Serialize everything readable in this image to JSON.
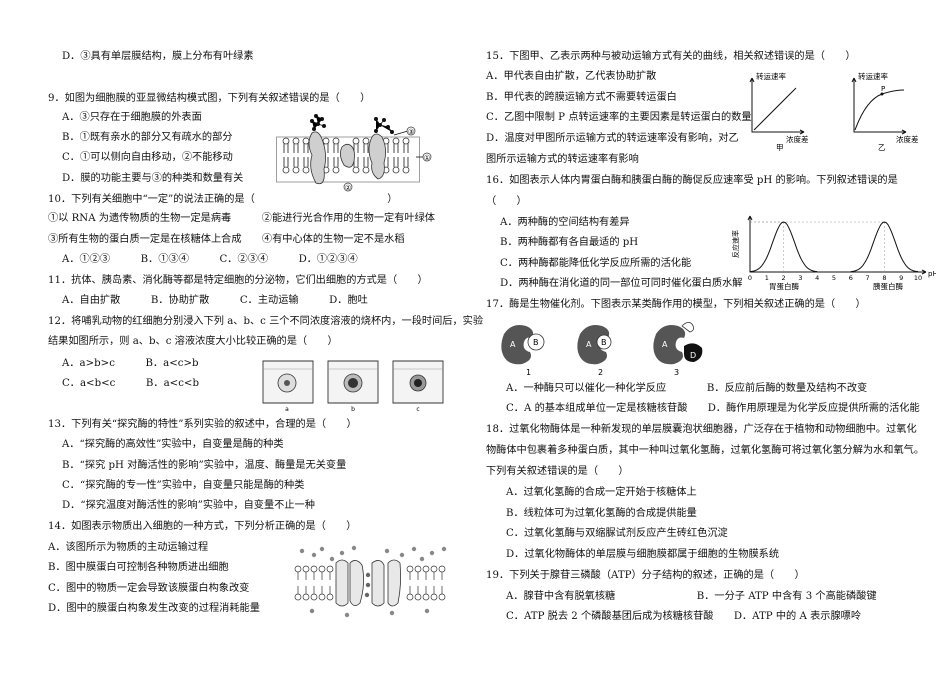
{
  "left": [
    {
      "id": "l1",
      "text": "D．③具有单层膜结构，膜上分布有叶绿素"
    },
    {
      "id": "l2",
      "text": "9．如图为细胞膜的亚显微结构模式图，下列有关叙述错误的是（　　）"
    },
    {
      "id": "l3",
      "text": "A．③只存在于细胞膜的外表面"
    },
    {
      "id": "l4",
      "text": "B．①既有亲水的部分又有疏水的部分"
    },
    {
      "id": "l5",
      "text": "C．①可以侧向自由移动，②不能移动"
    },
    {
      "id": "l6",
      "text": "D．膜的功能主要与③的种类和数量有关"
    },
    {
      "id": "l7",
      "text": "10．下列有关细胞中“一定”的说法正确的是（　　　　　　　　　　　　　）"
    },
    {
      "id": "l8",
      "text": "①以 RNA 为遗传物质的生物一定是病毒　　　②能进行光合作用的生物一定有叶绿体"
    },
    {
      "id": "l9",
      "text": "③所有生物的蛋白质一定是在核糖体上合成　　④有中心体的生物一定不是水稻"
    },
    {
      "id": "l10",
      "text": "A．①②③　　　B．①③④　　　C．②③④　　　D．①②③④"
    },
    {
      "id": "l11",
      "text": "11．抗体、胰岛素、消化酶等都是特定细胞的分泌物，它们出细胞的方式是（　　）"
    },
    {
      "id": "l12",
      "text": "A．自由扩散　　　B．协助扩散　　　C．主动运输　　　D．胞吐"
    },
    {
      "id": "l13",
      "text": "12．将哺乳动物的红细胞分别浸入下列 a、b、c 三个不同浓度溶液的烧杯内，一段时间后，实验"
    },
    {
      "id": "l14",
      "text": "结果如图所示，则 a、b、c 溶液浓度大小比较正确的是（　　）"
    },
    {
      "id": "l15",
      "text": "A．a>b>c　　　B．a<c>b"
    },
    {
      "id": "l16",
      "text": "C．a<b<c　　　B．a<c<b"
    },
    {
      "id": "l17",
      "text": "13．下列有关“探究酶的特性”系列实验的叙述中，合理的是（　　）"
    },
    {
      "id": "l18",
      "text": "A．“探究酶的高效性”实验中，自变量是酶的种类"
    },
    {
      "id": "l19",
      "text": "B．“探究 pH 对酶活性的影响”实验中，温度、酶量是无关变量"
    },
    {
      "id": "l20",
      "text": "C．“探究酶的专一性”实验中，自变量只能是酶的种类"
    },
    {
      "id": "l21",
      "text": "D．“探究温度对酶活性的影响”实验中，自变量不止一种"
    },
    {
      "id": "l22",
      "text": "14．如图表示物质出入细胞的一种方式，下列分析正确的是（　　）"
    },
    {
      "id": "l23",
      "text": "A．该图所示为物质的主动运输过程"
    },
    {
      "id": "l24",
      "text": "B．图中膜蛋白可控制各种物质进出细胞"
    },
    {
      "id": "l25",
      "text": "C．图中的物质一定会导致该膜蛋白构象改变"
    },
    {
      "id": "l26",
      "text": "D．图中的膜蛋白构象发生改变的过程消耗能量"
    }
  ],
  "right": [
    {
      "id": "r1",
      "text": "15．下图甲、乙表示两种与被动运输方式有关的曲线，相关叙述错误的是（　　）"
    },
    {
      "id": "r2",
      "text": "A．甲代表自由扩散，乙代表协助扩散"
    },
    {
      "id": "r3",
      "text": "B．甲代表的跨膜运输方式不需要转运蛋白"
    },
    {
      "id": "r4",
      "text": "C．乙图中限制 P 点转运速率的主要因素是转运蛋白的数量"
    },
    {
      "id": "r5",
      "text": "D．温度对甲图所示运输方式的转运速率没有影响，对乙"
    },
    {
      "id": "r6",
      "text": "图所示运输方式的转运速率有影响"
    },
    {
      "id": "r7",
      "text": "16．如图表示人体内胃蛋白酶和胰蛋白酶的酶促反应速率受 pH 的影响。下列叙述错误的是"
    },
    {
      "id": "r8",
      "text": "（　　）"
    },
    {
      "id": "r9",
      "text": "A．两种酶的空间结构有差异"
    },
    {
      "id": "r10",
      "text": "B．两种酶都有各自最适的 pH"
    },
    {
      "id": "r11",
      "text": "C．两种酶都能降低化学反应所需的活化能"
    },
    {
      "id": "r12",
      "text": "D．两种酶在消化道的同一部位可同时催化蛋白质水解"
    },
    {
      "id": "r13",
      "text": "17．酶是生物催化剂。下图表示某类酶作用的模型，下列相关叙述正确的是（　　）"
    },
    {
      "id": "r14",
      "text": "A．一种酶只可以催化一种化学反应　　　　B．反应前后酶的数量及结构不改变"
    },
    {
      "id": "r15",
      "text": "C．A 的基本组成单位一定是核糖核苷酸　　D．酶作用原理是为化学反应提供所需的活化能"
    },
    {
      "id": "r16",
      "text": "18．过氧化物酶体是一种新发现的单层膜囊泡状细胞器，广泛存在于植物和动物细胞中。过氧化"
    },
    {
      "id": "r17",
      "text": "物酶体中包裹着多种蛋白质，其中一种叫过氧化氢酶，过氧化氢酶可将过氧化氢分解为水和氧气。"
    },
    {
      "id": "r18",
      "text": "下列有关叙述错误的是（　　）"
    },
    {
      "id": "r19",
      "text": "A．过氧化氢酶的合成一定开始于核糖体上"
    },
    {
      "id": "r20",
      "text": "B．线粒体可为过氧化氢酶的合成提供能量"
    },
    {
      "id": "r21",
      "text": "C．过氧化氢酶与双缩脲试剂反应产生砖红色沉淀"
    },
    {
      "id": "r22",
      "text": "D．过氧化物酶体的单层膜与细胞膜都属于细胞的生物膜系统"
    },
    {
      "id": "r23",
      "text": "19．下列关于腺苷三磷酸（ATP）分子结构的叙述，正确的是（　　）"
    },
    {
      "id": "r24",
      "text": "A．腺苷中含有脱氧核糖　　　　　　　　B．一分子 ATP 中含有 3 个高能磷酸键"
    },
    {
      "id": "r25",
      "text": "C．ATP 脱去 2 个磷酸基团后成为核糖核苷酸　　D．ATP 中的 A 表示腺嘌呤"
    }
  ],
  "figures": {
    "membrane9": {
      "labels": [
        "①",
        "②",
        "③"
      ]
    },
    "beakers12": {
      "labels": [
        "a",
        "b",
        "c"
      ]
    },
    "graph15": {
      "jia": {
        "ylabel": "转运速率",
        "xlabel": "浓度差",
        "caption": "甲"
      },
      "yi": {
        "ylabel": "转运速率",
        "xlabel": "浓度差",
        "caption": "乙",
        "point": "P"
      }
    },
    "graph16": {
      "ylabel": "反应速率",
      "xlabel": "pH",
      "ticks": [
        "0",
        "1",
        "2",
        "3",
        "4",
        "5",
        "6",
        "7",
        "8",
        "9",
        "10"
      ],
      "curve1": "胃蛋白酶",
      "curve2": "胰蛋白酶",
      "chart_data": {
        "type": "line",
        "series": [
          {
            "name": "胃蛋白酶",
            "peak_x": 2
          },
          {
            "name": "胰蛋白酶",
            "peak_x": 8
          }
        ],
        "xlim": [
          0,
          10
        ]
      }
    },
    "enzyme17": {
      "labels": [
        "A",
        "B",
        "A",
        "B",
        "A",
        "D"
      ],
      "steps": [
        "1",
        "2",
        "3"
      ]
    }
  }
}
